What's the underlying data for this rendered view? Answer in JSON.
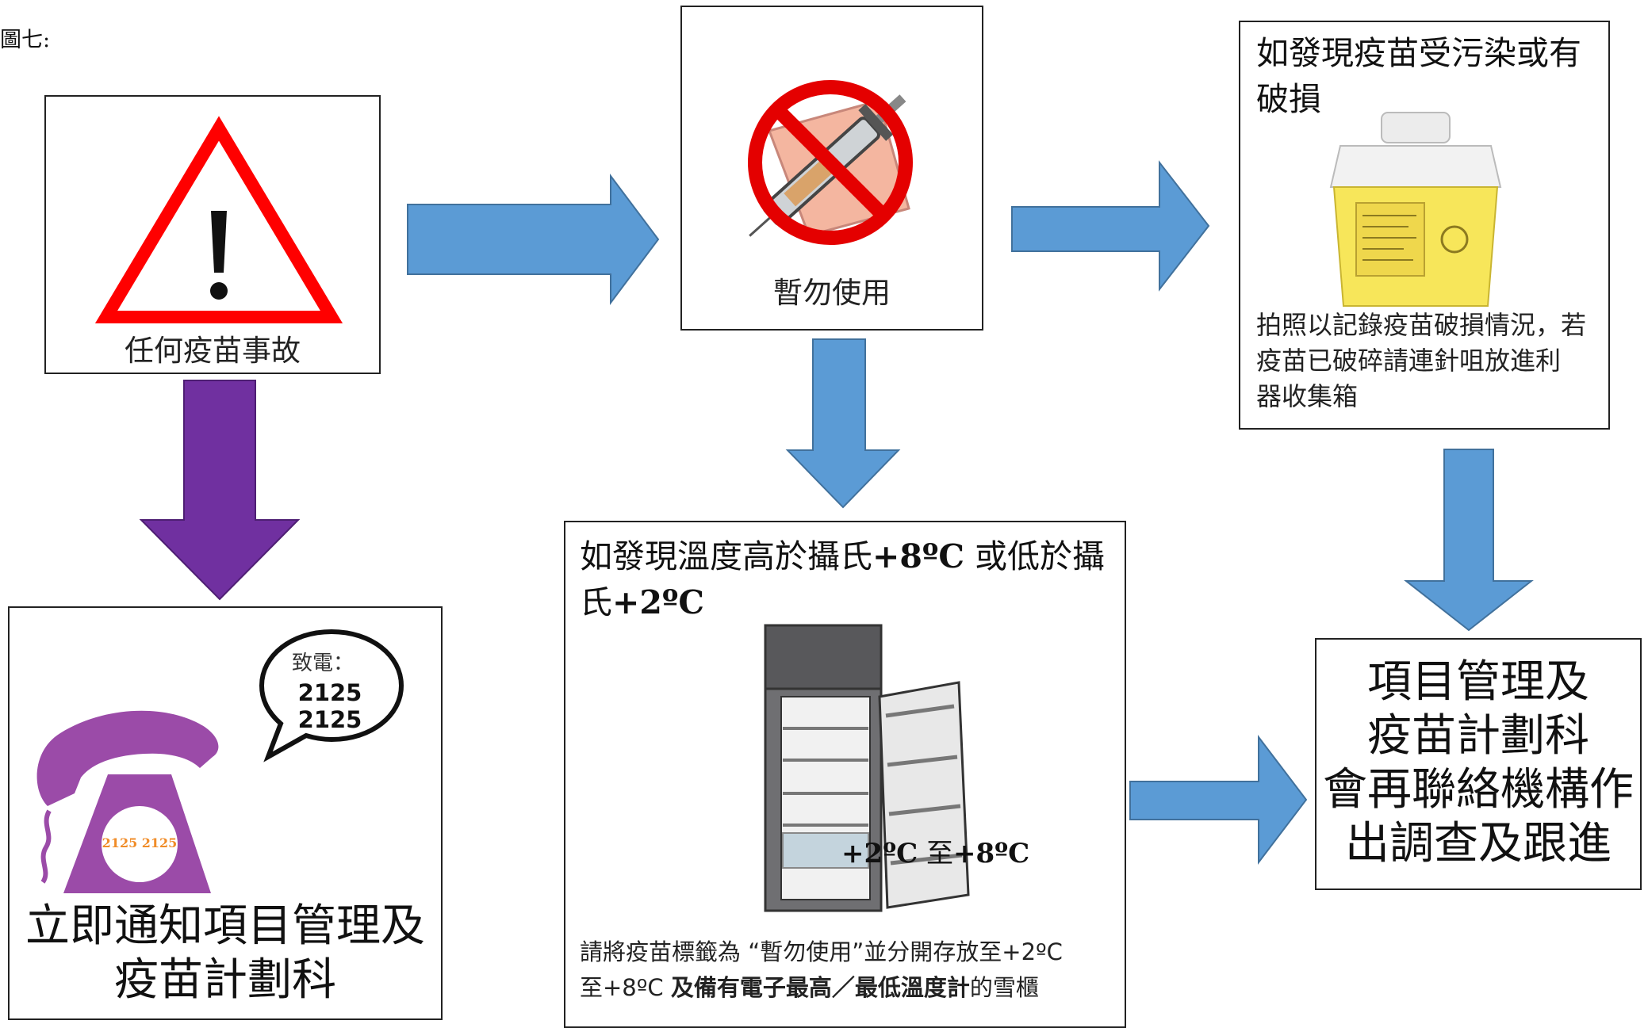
{
  "figure_label": "圖七:",
  "incident": {
    "caption": "任何疫苗事故"
  },
  "suspend": {
    "caption": "暫勿使用"
  },
  "contaminated": {
    "heading": [
      "如發現疫苗受污染或有",
      "破損"
    ],
    "instruction": [
      "拍照以記錄疫苗破損情況，若",
      "疫苗已破碎請連針咀放進利",
      "器收集箱"
    ]
  },
  "notify": {
    "speech_label": "致電：",
    "phone_number": "2125 2125",
    "dial_number": "2125 2125",
    "instruction": [
      "立即通知項目管理及",
      "疫苗計劃科"
    ]
  },
  "temperature": {
    "heading_line1_a": "如發現溫度高於攝氏",
    "heading_line1_b": "+8ºC",
    "heading_line1_c": " 或低於攝",
    "heading_line2_a": "氏",
    "heading_line2_b": "+2ºC",
    "fridge_range_a": "+2ºC",
    "fridge_range_b": " 至",
    "fridge_range_c": "+8ºC",
    "instruction_line1": "請將疫苗標籤為 “暫勿使用”並分開存放至+2ºC",
    "instruction_line2_a": "至+8ºC ",
    "instruction_line2_b": "及備有電子最高／最低溫度計",
    "instruction_line2_c": "的雪櫃"
  },
  "result": {
    "lines": [
      "項目管理及",
      "疫苗計劃科",
      "會再聯絡機構作",
      "出調查及跟進"
    ]
  },
  "colors": {
    "arrow_blue": "#5B9BD5",
    "arrow_purple": "#7030A0",
    "warning_red": "#FF0000",
    "phone_purple": "#9B4BA8",
    "number_orange": "#F08C28",
    "bin_yellow": "#F7E65A"
  },
  "icons": [
    "warning-triangle-icon",
    "no-syringe-icon",
    "sharps-container-icon",
    "telephone-icon",
    "refrigerator-icon"
  ]
}
